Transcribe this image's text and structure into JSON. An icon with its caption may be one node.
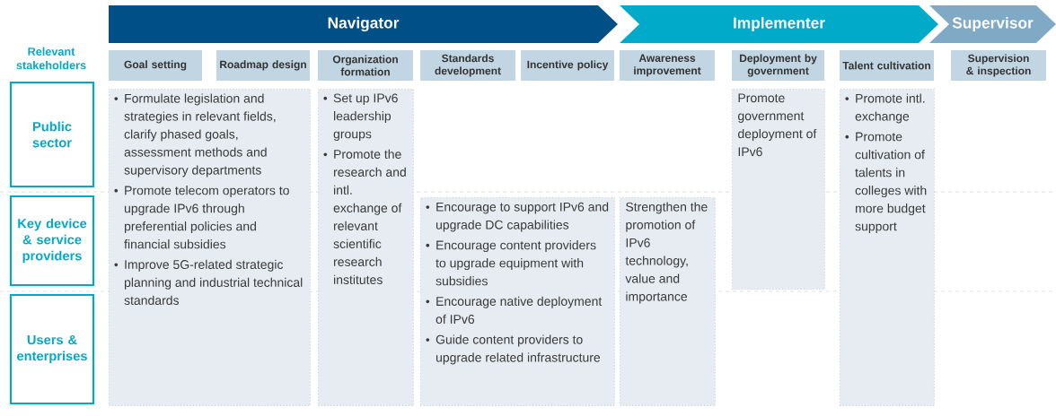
{
  "diagram": {
    "nodes": [
      {
        "text": [
          "Navigator"
        ]
      },
      {
        "text": [
          "Implementer"
        ]
      },
      {
        "text": [
          "Supervisor"
        ]
      },
      {
        "text": [
          "Goal setting"
        ]
      },
      {
        "text": [
          "Roadmap design"
        ]
      },
      {
        "text": [
          "Organization formation"
        ]
      },
      {
        "text": [
          "Standards development"
        ]
      },
      {
        "text": [
          "Incentive policy"
        ]
      },
      {
        "text": [
          "Awareness improvement"
        ]
      },
      {
        "text": [
          "Deployment by government"
        ]
      },
      {
        "text": [
          "Talent cultivation"
        ]
      },
      {
        "text": [
          "Supervision & inspection"
        ]
      },
      {
        "text": [
          "Public sector"
        ]
      },
      {
        "text": [
          "Key device & service providers"
        ]
      },
      {
        "text": [
          "Users & enterprises"
        ]
      },
      {
        "text": [
          "Formulate legislation and strategies in relevant fields, clarify phased goals, assessment methods and supervisory departments",
          "Promote telecom operators to upgrade IPv6 through preferential policies and financial subsidies",
          "Improve 5G-related strategic planning and industrial technical standards"
        ]
      },
      {
        "text": [
          "Set up IPv6 leadership groups",
          "Promote the research and intl. exchange of relevant scientific research institutes"
        ]
      },
      {
        "text": [
          "Encourage to support IPv6 and upgrade DC capabilities",
          "Encourage content providers to upgrade equipment with subsidies",
          "Encourage native deployment of IPv6",
          "Guide content providers to upgrade related infrastructure"
        ]
      },
      {
        "text": [
          "Strengthen the promotion of IPv6 technology, value and importance"
        ]
      },
      {
        "text": [
          "Promote government deployment of IPv6"
        ]
      },
      {
        "text": [
          "Promote intl. exchange",
          "Promote cultivation of talents in colleges with more budget support"
        ]
      }
    ],
    "labels": [
      "Relevant stakeholders"
    ]
  }
}
